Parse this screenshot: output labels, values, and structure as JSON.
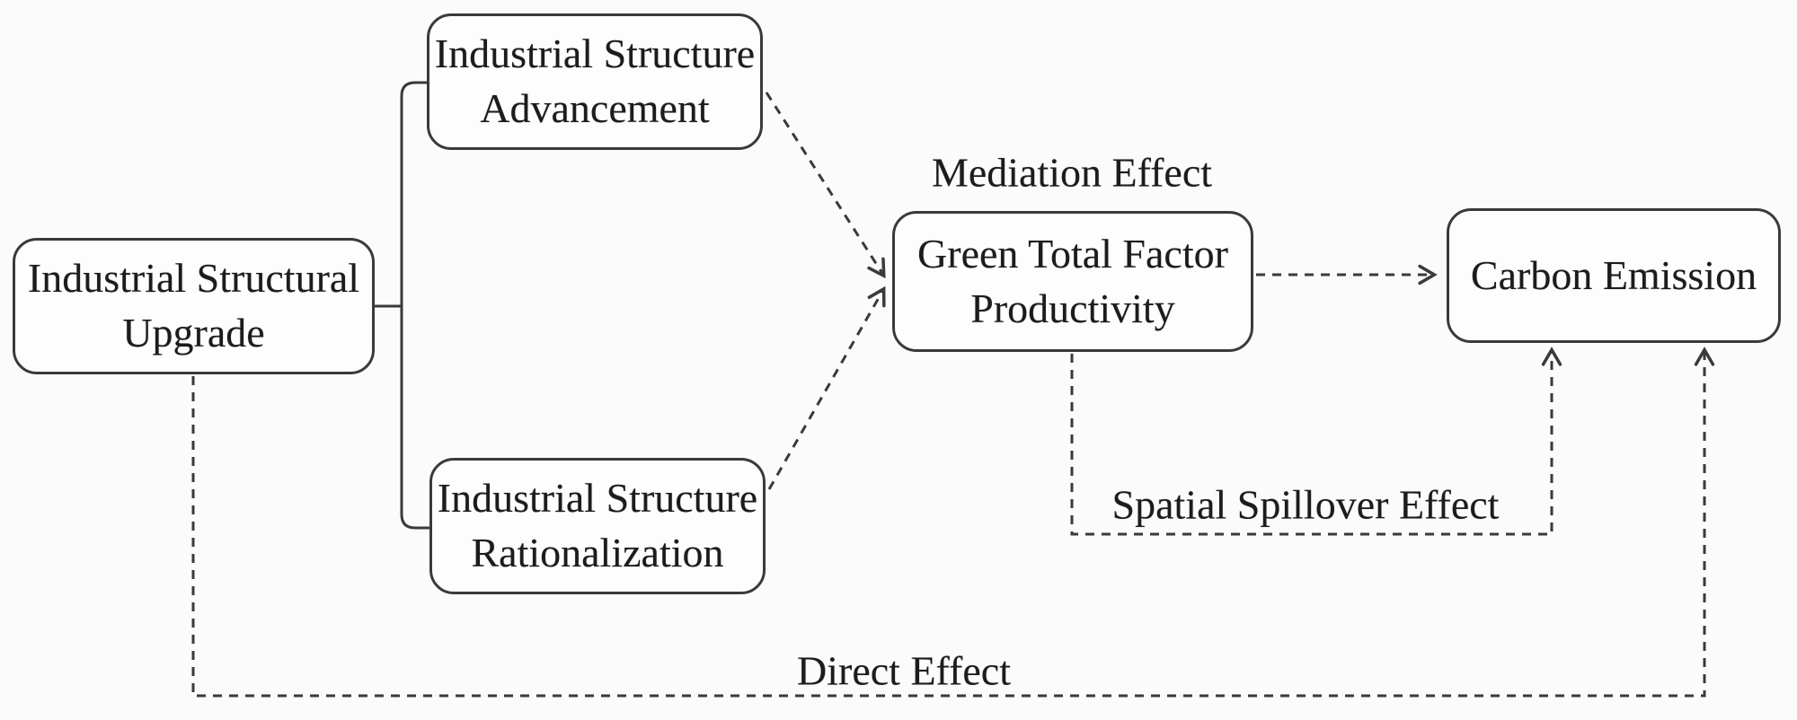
{
  "figure": {
    "type": "concept-diagram",
    "background": "#fbfbfb",
    "stroke_color": "#3a3a3a",
    "text_color": "#1c1c1c"
  },
  "nodes": {
    "upgrade": {
      "lines": [
        "Industrial Structural",
        "Upgrade"
      ]
    },
    "advancement": {
      "lines": [
        "Industrial Structure",
        "Advancement"
      ]
    },
    "rationalization": {
      "lines": [
        "Industrial Structure",
        "Rationalization"
      ]
    },
    "gtfp": {
      "lines": [
        "Green Total Factor",
        "Productivity"
      ]
    },
    "carbon": {
      "lines": [
        "Carbon Emission"
      ]
    }
  },
  "edge_labels": {
    "mediation": "Mediation Effect",
    "spatial_spillover": "Spatial Spillover Effect",
    "direct": "Direct Effect"
  },
  "edges": [
    {
      "from": "upgrade",
      "to": "advancement",
      "style": "solid-bracket"
    },
    {
      "from": "upgrade",
      "to": "rationalization",
      "style": "solid-bracket"
    },
    {
      "from": "advancement",
      "to": "gtfp",
      "style": "dashed-arrow"
    },
    {
      "from": "rationalization",
      "to": "gtfp",
      "style": "dashed-arrow"
    },
    {
      "from": "gtfp",
      "to": "carbon",
      "style": "dashed-arrow",
      "label": "Mediation Effect"
    },
    {
      "from": "gtfp",
      "to": "carbon",
      "style": "dashed-arrow-elbow",
      "label": "Spatial Spillover Effect"
    },
    {
      "from": "upgrade",
      "to": "carbon",
      "style": "dashed-arrow-elbow",
      "label": "Direct Effect"
    }
  ]
}
